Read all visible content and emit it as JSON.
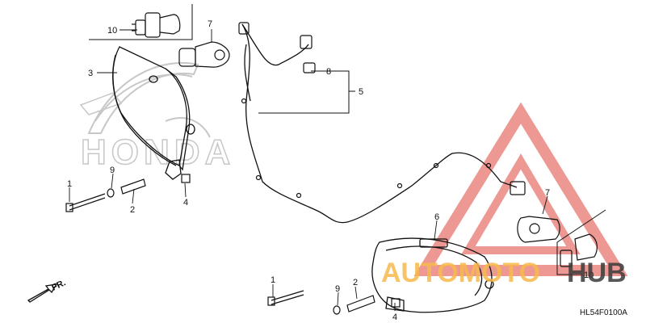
{
  "watermark": {
    "brand_auto": "AUTOMOTO",
    "brand_hub": "HUB",
    "auto_color": "#f6b84a",
    "hub_color": "#3a3a3a",
    "triangle_color": "#e0443c"
  },
  "background_logo": {
    "text": "HONDA"
  },
  "diagram_code": "HL54F0100A",
  "direction_label": "FR.",
  "callouts": {
    "c1_left": "1",
    "c2_left": "2",
    "c3": "3",
    "c4_left": "4",
    "c5": "5",
    "c6": "6",
    "c7_top": "7",
    "c7_right": "7",
    "c8": "8",
    "c9_left": "9",
    "c10_top": "10",
    "c10_right": "10",
    "c1_bottom": "1",
    "c9_bottom": "9",
    "c2_bottom": "2",
    "c4_bottom": "4"
  }
}
